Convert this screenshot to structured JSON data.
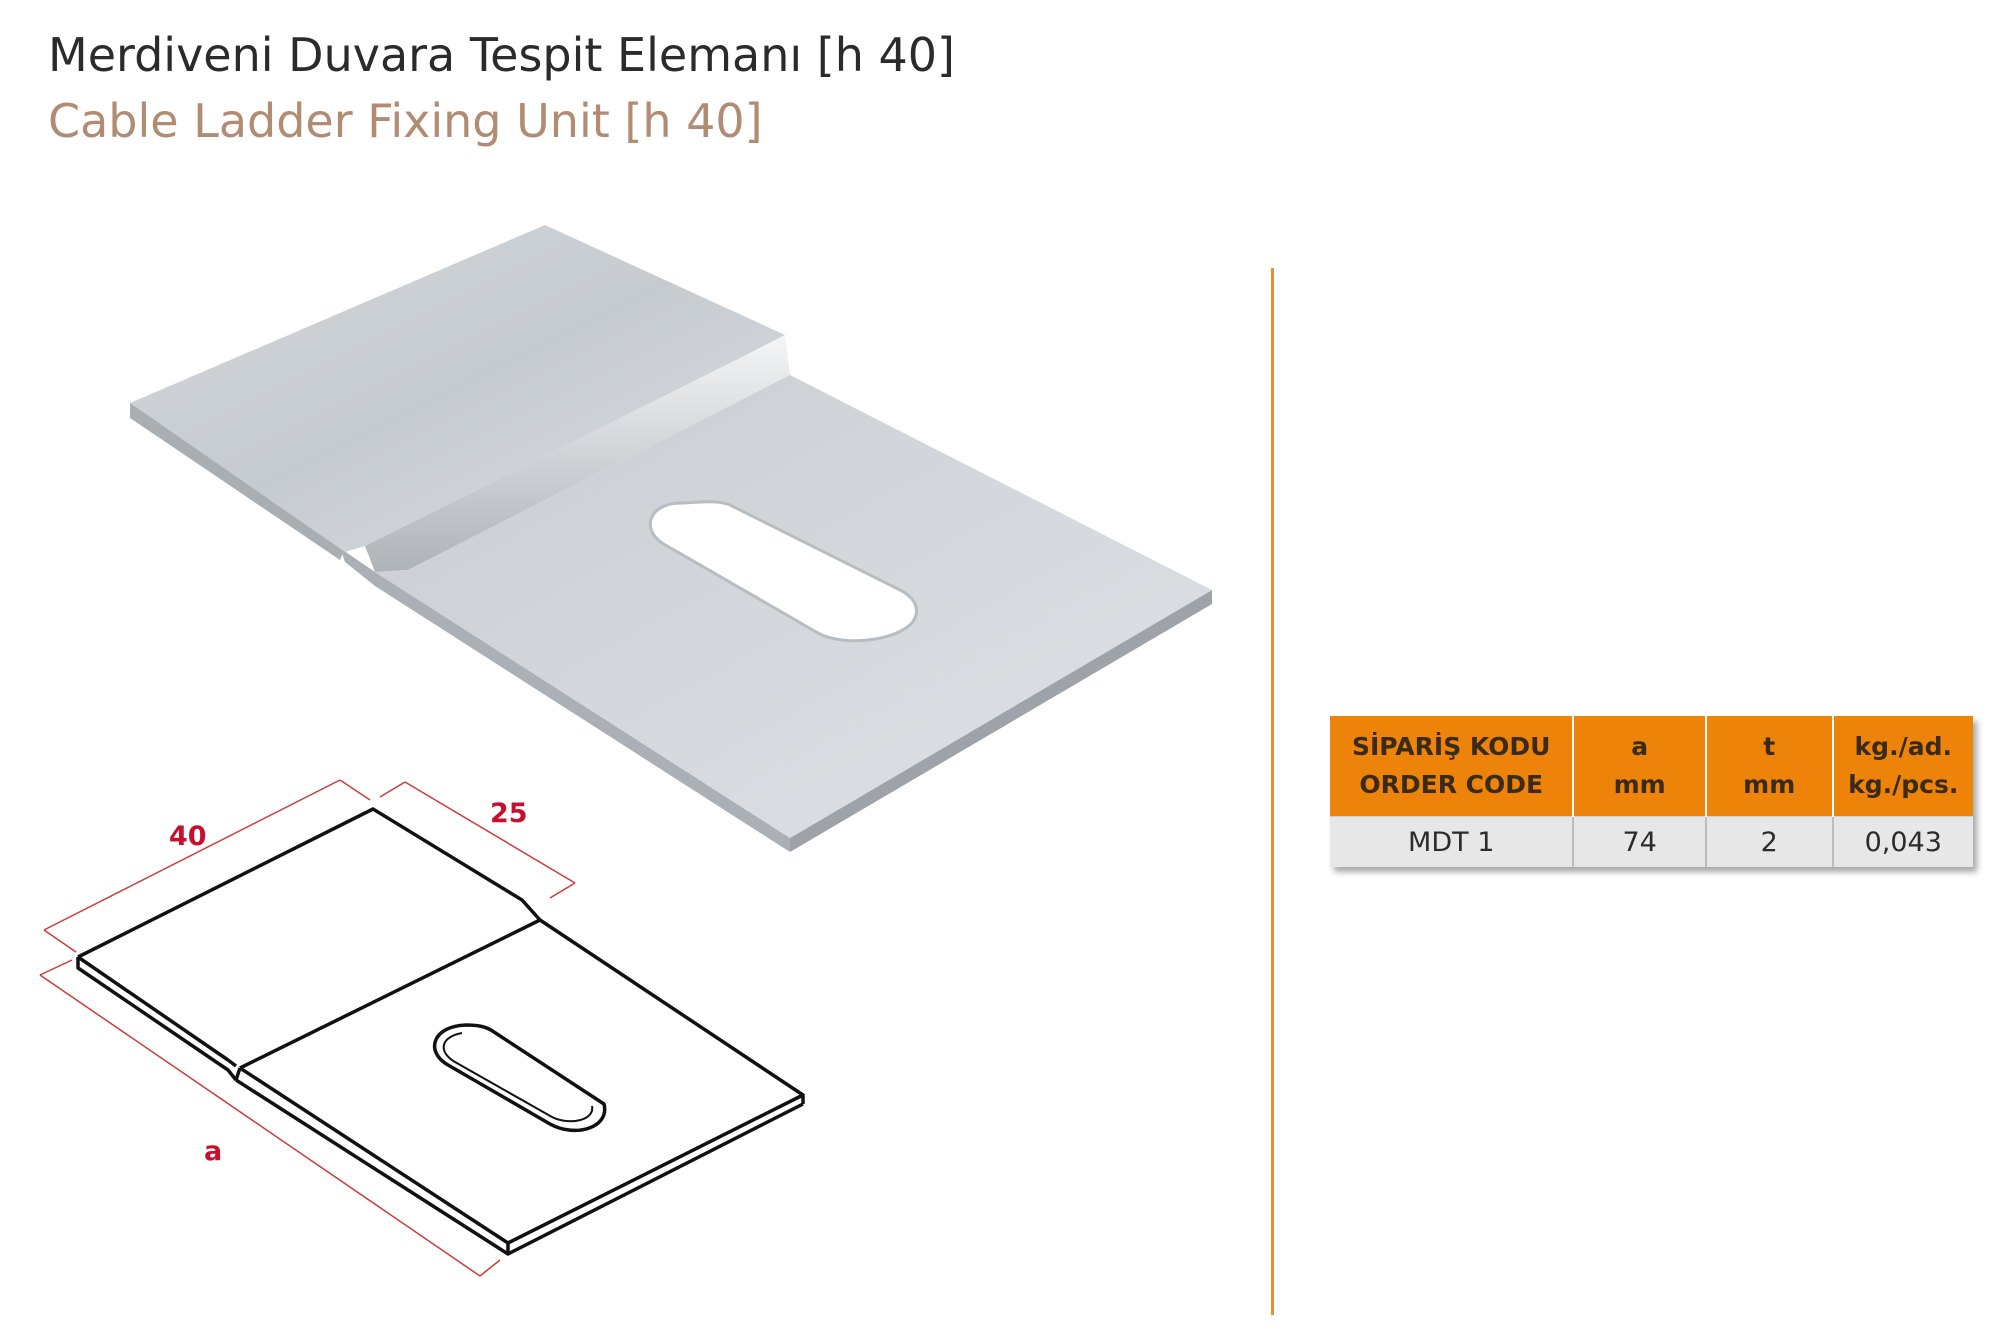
{
  "header": {
    "title_tr": "Merdiveni Duvara Tespit Elemanı [h 40]",
    "title_en": "Cable Ladder Fixing Unit [h 40]"
  },
  "drawing": {
    "dim_40": "40",
    "dim_25": "25",
    "dim_a": "a"
  },
  "table": {
    "headers": [
      {
        "line1": "SİPARİŞ KODU",
        "line2": "ORDER CODE"
      },
      {
        "line1": "a",
        "line2": "mm"
      },
      {
        "line1": "t",
        "line2": "mm"
      },
      {
        "line1": "kg./ad.",
        "line2": "kg./pcs."
      }
    ],
    "rows": [
      [
        "MDT 1",
        "74",
        "2",
        "0,043"
      ]
    ]
  },
  "colors": {
    "accent_orange": "#ee8309",
    "divider": "#e8902f",
    "subtitle": "#b28b73",
    "dimension_red": "#c8102e"
  }
}
